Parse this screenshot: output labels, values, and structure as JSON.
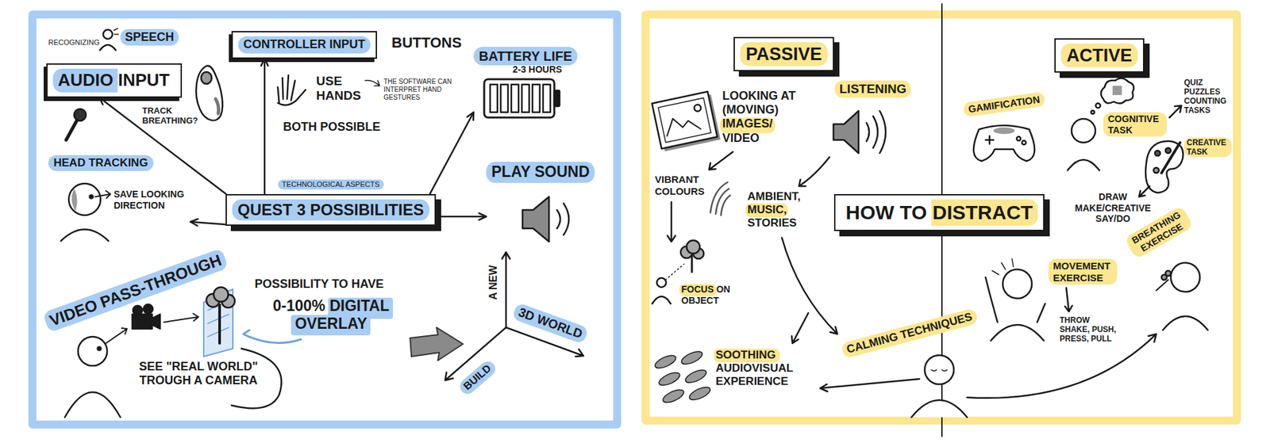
{
  "diagram": {
    "nodes": [
      {
        "text": [
          "AUDIO INPUT"
        ]
      },
      {
        "text": [
          "CONTROLLER INPUT"
        ]
      },
      {
        "text": [
          "BATTERY LIFE"
        ]
      },
      {
        "text": [
          "HEAD TRACKING"
        ]
      },
      {
        "text": [
          "TECHNOLOGICAL ASPECTS",
          "QUEST 3 POSSIBILITIES"
        ]
      },
      {
        "text": [
          "PLAY SOUND"
        ]
      },
      {
        "text": [
          "PASSIVE"
        ]
      },
      {
        "text": [
          "ACTIVE"
        ]
      },
      {
        "text": [
          "HOW TO DISTRACT"
        ]
      }
    ],
    "edges": [
      {
        "from": 4,
        "to": 0,
        "arrow": "to"
      },
      {
        "from": 4,
        "to": 1,
        "arrow": "to"
      },
      {
        "from": 4,
        "to": 2,
        "arrow": "to"
      },
      {
        "from": 4,
        "to": 3,
        "arrow": "to"
      },
      {
        "from": 4,
        "to": 5,
        "arrow": "to"
      }
    ],
    "labels": [
      "RECOGNIZING",
      "SPEECH",
      "TRACK BREATHING?",
      "BUTTONS",
      "USE HANDS",
      "BOTH POSSIBLE",
      "THE SOFTWARE CAN INTERPRET HAND GESTURES",
      "2-3 HOURS",
      "SAVE LOOKING DIRECTION",
      "VIDEO PASS-THROUGH",
      "SEE \"REAL WORLD\" TROUGH A CAMERA",
      "POSSIBILITY TO HAVE",
      "0-100% DIGITAL OVERLAY",
      "A NEW",
      "3D WORLD",
      "BUILD",
      "LOOKING AT (MOVING) IMAGES/ VIDEO",
      "LISTENING",
      "VIBRANT COLOURS",
      "AMBIENT, MUSIC, STORIES",
      "FOCUS ON OBJECT",
      "SOOTHING AUDIOVISUAL EXPERIENCE",
      "CALMING TECHNIQUES",
      "GAMIFICATION",
      "COGNITIVE TASK",
      "QUIZ PUZZLES COUNTING TASKS",
      "CREATIVE TASK",
      "DRAW MAKE/CREATIVE SAY/DO",
      "MOVEMENT EXERCISE",
      "THROW SHAKE, PUSH, PRESS, PULL",
      "BREATHING EXERCISE"
    ]
  }
}
